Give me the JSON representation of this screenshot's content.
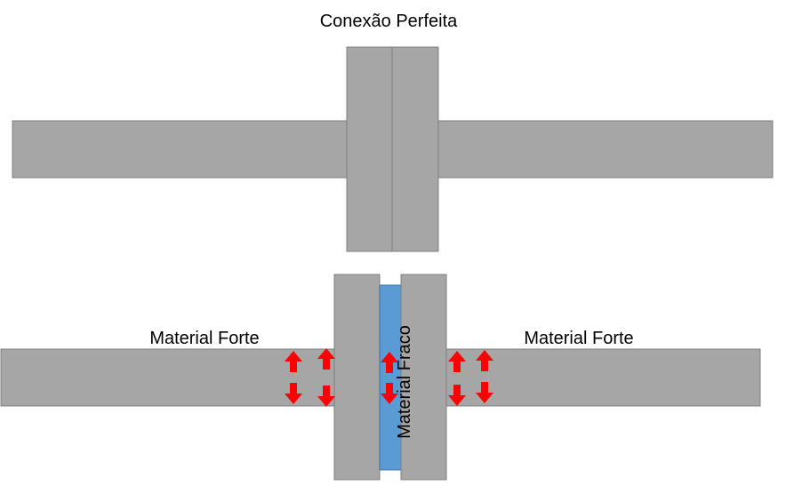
{
  "title": "Conexão Perfeita",
  "labels": {
    "left_strong": "Material Forte",
    "right_strong": "Material Forte",
    "weak": "Material Fraco"
  },
  "colors": {
    "gray_fill": "#a6a6a6",
    "gray_stroke": "#7f7f7f",
    "weak_fill": "#5b9bd5",
    "weak_stroke": "#41719c",
    "arrow": "#ff0000"
  },
  "icons": {
    "arrow_up": "arrow-up-icon",
    "arrow_down": "arrow-down-icon"
  }
}
